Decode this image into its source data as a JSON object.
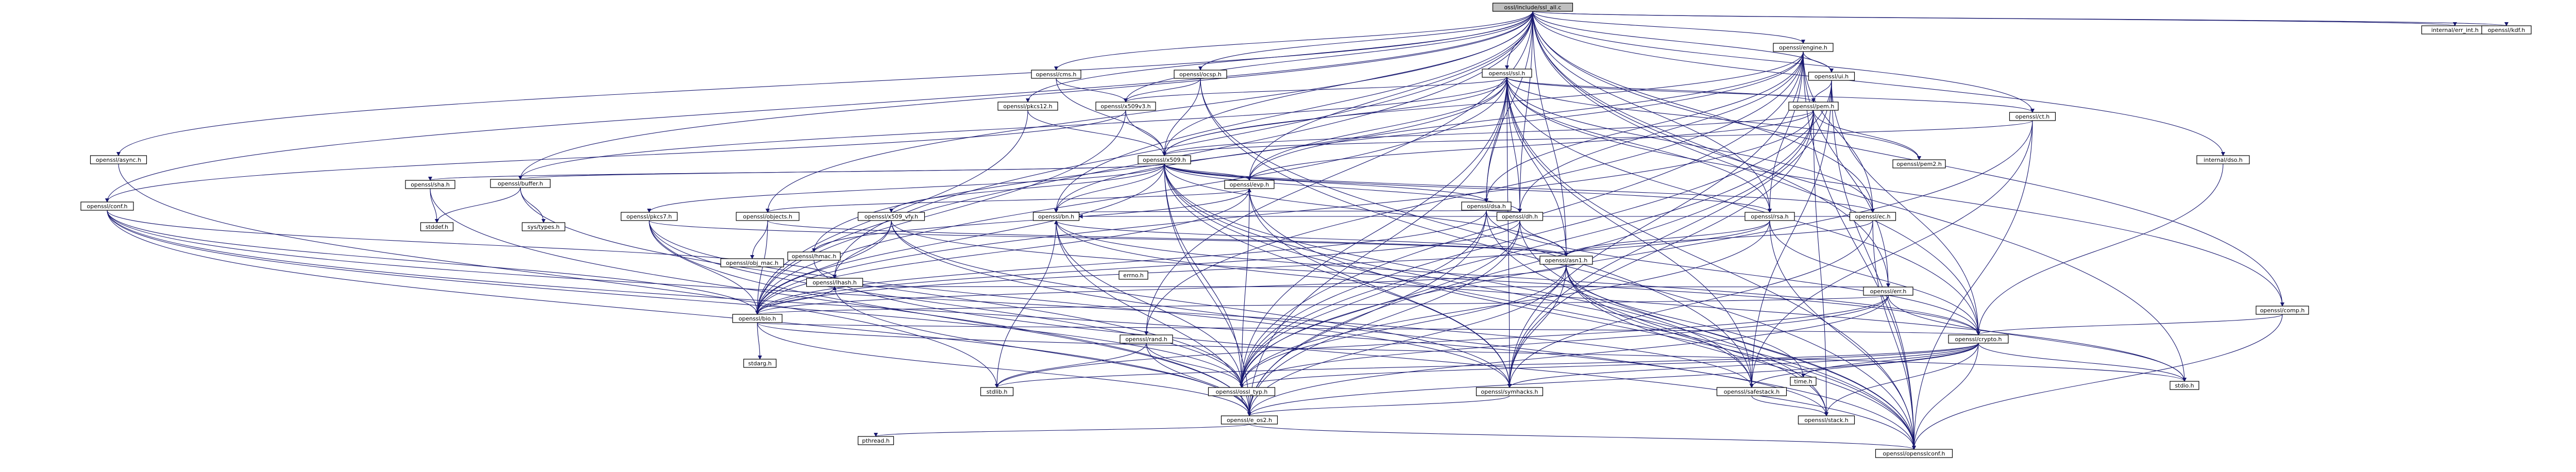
{
  "graph": {
    "type": "include-dependency-graph",
    "colors": {
      "edge": "#191970",
      "node_fill": "#ffffff",
      "node_root_fill": "#bfbfbf",
      "node_stroke": "#000000",
      "node_red_stroke": "#ff0000"
    },
    "nodes": [
      {
        "id": "root",
        "label": "ossl/include/ssl_all.c",
        "root": true
      },
      {
        "id": "err_int",
        "label": "internal/err_int.h"
      },
      {
        "id": "kdf",
        "label": "openssl/kdf.h"
      },
      {
        "id": "engine",
        "label": "openssl/engine.h"
      },
      {
        "id": "ocsp",
        "label": "openssl/ocsp.h"
      },
      {
        "id": "cms",
        "label": "openssl/cms.h"
      },
      {
        "id": "pkcs12",
        "label": "openssl/pkcs12.h"
      },
      {
        "id": "async",
        "label": "openssl/async.h"
      },
      {
        "id": "conf",
        "label": "openssl/conf.h"
      },
      {
        "id": "ssl",
        "label": "openssl/ssl.h"
      },
      {
        "id": "dsa",
        "label": "openssl/dsa.h"
      },
      {
        "id": "ui",
        "label": "openssl/ui.h"
      },
      {
        "id": "pem",
        "label": "openssl/pem.h"
      },
      {
        "id": "ct",
        "label": "openssl/ct.h"
      },
      {
        "id": "x509v3",
        "label": "openssl/x509v3.h"
      },
      {
        "id": "x509",
        "label": "openssl/x509.h"
      },
      {
        "id": "pem2",
        "label": "openssl/pem2.h"
      },
      {
        "id": "dso",
        "label": "internal/dso.h"
      },
      {
        "id": "comp",
        "label": "openssl/comp.h"
      },
      {
        "id": "buffer",
        "label": "openssl/buffer.h"
      },
      {
        "id": "sha",
        "label": "openssl/sha.h"
      },
      {
        "id": "pkcs7",
        "label": "openssl/pkcs7.h"
      },
      {
        "id": "objects",
        "label": "openssl/objects.h"
      },
      {
        "id": "x509_vfy",
        "label": "openssl/x509_vfy.h"
      },
      {
        "id": "bn",
        "label": "openssl/bn.h"
      },
      {
        "id": "evp",
        "label": "openssl/evp.h"
      },
      {
        "id": "dh",
        "label": "openssl/dh.h"
      },
      {
        "id": "rsa",
        "label": "openssl/rsa.h"
      },
      {
        "id": "ec",
        "label": "openssl/ec.h"
      },
      {
        "id": "hmac",
        "label": "openssl/hmac.h"
      },
      {
        "id": "obj_mac",
        "label": "openssl/obj_mac.h"
      },
      {
        "id": "asn1",
        "label": "openssl/asn1.h"
      },
      {
        "id": "lhash",
        "label": "openssl/lhash.h"
      },
      {
        "id": "errno",
        "label": "errno.h"
      },
      {
        "id": "stddef",
        "label": "stddef.h"
      },
      {
        "id": "systypes",
        "label": "sys/types.h"
      },
      {
        "id": "err",
        "label": "openssl/err.h"
      },
      {
        "id": "bio",
        "label": "openssl/bio.h"
      },
      {
        "id": "rand",
        "label": "openssl/rand.h"
      },
      {
        "id": "stdarg",
        "label": "stdarg.h"
      },
      {
        "id": "crypto",
        "label": "openssl/crypto.h",
        "red": true
      },
      {
        "id": "time",
        "label": "time.h"
      },
      {
        "id": "stdio",
        "label": "stdio.h"
      },
      {
        "id": "stdlib",
        "label": "stdlib.h"
      },
      {
        "id": "ossl_typ",
        "label": "openssl/ossl_typ.h",
        "red": true
      },
      {
        "id": "symhacks",
        "label": "openssl/symhacks.h"
      },
      {
        "id": "safestack",
        "label": "openssl/safestack.h"
      },
      {
        "id": "e_os2",
        "label": "openssl/e_os2.h"
      },
      {
        "id": "stack",
        "label": "openssl/stack.h"
      },
      {
        "id": "pthread",
        "label": "pthread.h"
      },
      {
        "id": "opensslconf",
        "label": "openssl/opensslconf.h"
      }
    ],
    "edges": [
      [
        "root",
        "err_int"
      ],
      [
        "root",
        "kdf"
      ],
      [
        "root",
        "engine"
      ],
      [
        "root",
        "ocsp"
      ],
      [
        "root",
        "cms"
      ],
      [
        "root",
        "pkcs12"
      ],
      [
        "root",
        "async"
      ],
      [
        "root",
        "conf"
      ],
      [
        "root",
        "ssl"
      ],
      [
        "root",
        "dsa"
      ],
      [
        "root",
        "ui"
      ],
      [
        "root",
        "ct"
      ],
      [
        "root",
        "x509v3"
      ],
      [
        "root",
        "x509"
      ],
      [
        "root",
        "dso"
      ],
      [
        "root",
        "comp"
      ],
      [
        "root",
        "buffer"
      ],
      [
        "root",
        "bn"
      ],
      [
        "root",
        "evp"
      ],
      [
        "root",
        "rsa"
      ],
      [
        "root",
        "ec"
      ],
      [
        "root",
        "rand"
      ],
      [
        "root",
        "err"
      ],
      [
        "root",
        "bio"
      ],
      [
        "root",
        "crypto"
      ],
      [
        "root",
        "stdio"
      ],
      [
        "root",
        "asn1"
      ],
      [
        "root",
        "dh"
      ],
      [
        "root",
        "lhash"
      ],
      [
        "root",
        "objects"
      ],
      [
        "engine",
        "x509"
      ],
      [
        "engine",
        "evp"
      ],
      [
        "engine",
        "bn"
      ],
      [
        "engine",
        "rsa"
      ],
      [
        "engine",
        "dsa"
      ],
      [
        "engine",
        "dh"
      ],
      [
        "engine",
        "ec"
      ],
      [
        "engine",
        "rand"
      ],
      [
        "engine",
        "ui"
      ],
      [
        "engine",
        "err"
      ],
      [
        "engine",
        "ossl_typ"
      ],
      [
        "engine",
        "symhacks"
      ],
      [
        "engine",
        "opensslconf"
      ],
      [
        "ocsp",
        "x509"
      ],
      [
        "ocsp",
        "x509v3"
      ],
      [
        "ocsp",
        "safestack"
      ],
      [
        "ocsp",
        "opensslconf"
      ],
      [
        "cms",
        "x509"
      ],
      [
        "cms",
        "x509v3"
      ],
      [
        "pkcs12",
        "x509"
      ],
      [
        "pkcs12",
        "bio"
      ],
      [
        "async",
        "stdlib"
      ],
      [
        "conf",
        "bio"
      ],
      [
        "conf",
        "lhash"
      ],
      [
        "conf",
        "stack"
      ],
      [
        "conf",
        "safestack"
      ],
      [
        "conf",
        "e_os2"
      ],
      [
        "conf",
        "ossl_typ"
      ],
      [
        "ssl",
        "x509"
      ],
      [
        "ssl",
        "hmac"
      ],
      [
        "ssl",
        "pem"
      ],
      [
        "ssl",
        "buffer"
      ],
      [
        "ssl",
        "dh"
      ],
      [
        "ssl",
        "rsa"
      ],
      [
        "ssl",
        "dsa"
      ],
      [
        "ssl",
        "ec"
      ],
      [
        "ssl",
        "ct"
      ],
      [
        "ssl",
        "evp"
      ],
      [
        "ssl",
        "bio"
      ],
      [
        "ssl",
        "comp"
      ],
      [
        "ssl",
        "asn1"
      ],
      [
        "ssl",
        "crypto"
      ],
      [
        "ssl",
        "e_os2"
      ],
      [
        "ssl",
        "ossl_typ"
      ],
      [
        "ssl",
        "symhacks"
      ],
      [
        "ssl",
        "safestack"
      ],
      [
        "ssl",
        "x509v3"
      ],
      [
        "ssl",
        "pem2"
      ],
      [
        "ssl",
        "opensslconf"
      ],
      [
        "dsa",
        "bio"
      ],
      [
        "dsa",
        "crypto"
      ],
      [
        "dsa",
        "ossl_typ"
      ],
      [
        "dsa",
        "bn"
      ],
      [
        "dsa",
        "dh"
      ],
      [
        "dsa",
        "opensslconf"
      ],
      [
        "dsa",
        "e_os2"
      ],
      [
        "ui",
        "crypto"
      ],
      [
        "ui",
        "safestack"
      ],
      [
        "ui",
        "pem"
      ],
      [
        "ui",
        "opensslconf"
      ],
      [
        "ui",
        "ossl_typ"
      ],
      [
        "ui",
        "symhacks"
      ],
      [
        "pem",
        "bio"
      ],
      [
        "pem",
        "stack"
      ],
      [
        "pem",
        "evp"
      ],
      [
        "pem",
        "x509"
      ],
      [
        "pem",
        "pem2"
      ],
      [
        "pem",
        "symhacks"
      ],
      [
        "pem",
        "e_os2"
      ],
      [
        "pem",
        "ossl_typ"
      ],
      [
        "ct",
        "x509"
      ],
      [
        "ct",
        "safestack"
      ],
      [
        "ct",
        "opensslconf"
      ],
      [
        "ct",
        "ossl_typ"
      ],
      [
        "x509v3",
        "bio"
      ],
      [
        "x509v3",
        "x509"
      ],
      [
        "x509v3",
        "conf"
      ],
      [
        "x509",
        "e_os2"
      ],
      [
        "x509",
        "symhacks"
      ],
      [
        "x509",
        "buffer"
      ],
      [
        "x509",
        "evp"
      ],
      [
        "x509",
        "bio"
      ],
      [
        "x509",
        "stack"
      ],
      [
        "x509",
        "asn1"
      ],
      [
        "x509",
        "safestack"
      ],
      [
        "x509",
        "ec"
      ],
      [
        "x509",
        "dsa"
      ],
      [
        "x509",
        "dh"
      ],
      [
        "x509",
        "rsa"
      ],
      [
        "x509",
        "sha"
      ],
      [
        "x509",
        "ossl_typ"
      ],
      [
        "x509",
        "x509_vfy"
      ],
      [
        "x509",
        "pkcs7"
      ],
      [
        "x509",
        "opensslconf"
      ],
      [
        "x509",
        "bn"
      ],
      [
        "dso",
        "crypto"
      ],
      [
        "comp",
        "crypto"
      ],
      [
        "comp",
        "opensslconf"
      ],
      [
        "buffer",
        "ossl_typ"
      ],
      [
        "buffer",
        "stddef"
      ],
      [
        "buffer",
        "systypes"
      ],
      [
        "sha",
        "e_os2"
      ],
      [
        "sha",
        "stddef"
      ],
      [
        "pkcs7",
        "asn1"
      ],
      [
        "pkcs7",
        "bio"
      ],
      [
        "pkcs7",
        "e_os2"
      ],
      [
        "pkcs7",
        "symhacks"
      ],
      [
        "pkcs7",
        "ossl_typ"
      ],
      [
        "objects",
        "obj_mac"
      ],
      [
        "objects",
        "bio"
      ],
      [
        "objects",
        "asn1"
      ],
      [
        "x509_vfy",
        "lhash"
      ],
      [
        "x509_vfy",
        "bio"
      ],
      [
        "x509_vfy",
        "crypto"
      ],
      [
        "x509_vfy",
        "symhacks"
      ],
      [
        "x509_vfy",
        "opensslconf"
      ],
      [
        "bn",
        "e_os2"
      ],
      [
        "bn",
        "stdio"
      ],
      [
        "bn",
        "ossl_typ"
      ],
      [
        "bn",
        "crypto"
      ],
      [
        "bn",
        "stdlib"
      ],
      [
        "evp",
        "opensslconf"
      ],
      [
        "evp",
        "ossl_typ"
      ],
      [
        "evp",
        "symhacks"
      ],
      [
        "evp",
        "bio"
      ],
      [
        "evp",
        "objects"
      ],
      [
        "dh",
        "e_os2"
      ],
      [
        "dh",
        "bio"
      ],
      [
        "dh",
        "asn1"
      ],
      [
        "dh",
        "ossl_typ"
      ],
      [
        "dh",
        "bn"
      ],
      [
        "dh",
        "opensslconf"
      ],
      [
        "rsa",
        "opensslconf"
      ],
      [
        "rsa",
        "asn1"
      ],
      [
        "rsa",
        "bio"
      ],
      [
        "rsa",
        "crypto"
      ],
      [
        "rsa",
        "ossl_typ"
      ],
      [
        "rsa",
        "bn"
      ],
      [
        "ec",
        "opensslconf"
      ],
      [
        "ec",
        "asn1"
      ],
      [
        "ec",
        "symhacks"
      ],
      [
        "ec",
        "bn"
      ],
      [
        "hmac",
        "opensslconf"
      ],
      [
        "hmac",
        "evp"
      ],
      [
        "asn1",
        "time"
      ],
      [
        "asn1",
        "e_os2"
      ],
      [
        "asn1",
        "opensslconf"
      ],
      [
        "asn1",
        "bio"
      ],
      [
        "asn1",
        "stack"
      ],
      [
        "asn1",
        "safestack"
      ],
      [
        "asn1",
        "asn1_dummy"
      ],
      [
        "asn1",
        "symhacks"
      ],
      [
        "asn1",
        "ossl_typ"
      ],
      [
        "asn1",
        "bn"
      ],
      [
        "lhash",
        "e_os2"
      ],
      [
        "lhash",
        "bio"
      ],
      [
        "err",
        "e_os2"
      ],
      [
        "err",
        "stdio"
      ],
      [
        "err",
        "stdlib"
      ],
      [
        "err",
        "ossl_typ"
      ],
      [
        "err",
        "bio"
      ],
      [
        "err",
        "lhash"
      ],
      [
        "bio",
        "e_os2"
      ],
      [
        "bio",
        "stdio"
      ],
      [
        "bio",
        "stdarg"
      ],
      [
        "bio",
        "crypto"
      ],
      [
        "rand",
        "stdlib"
      ],
      [
        "rand",
        "ossl_typ"
      ],
      [
        "rand",
        "e_os2"
      ],
      [
        "crypto",
        "stdlib"
      ],
      [
        "crypto",
        "time"
      ],
      [
        "crypto",
        "e_os2"
      ],
      [
        "crypto",
        "stack"
      ],
      [
        "crypto",
        "safestack"
      ],
      [
        "crypto",
        "opensslv"
      ],
      [
        "crypto",
        "ossl_typ"
      ],
      [
        "crypto",
        "opensslconf"
      ],
      [
        "crypto",
        "symhacks"
      ],
      [
        "crypto",
        "stdio"
      ],
      [
        "ossl_typ",
        "e_os2"
      ],
      [
        "safestack",
        "stack"
      ],
      [
        "e_os2",
        "opensslconf"
      ],
      [
        "e_os2",
        "pthread"
      ],
      [
        "symhacks",
        "e_os2"
      ]
    ]
  }
}
